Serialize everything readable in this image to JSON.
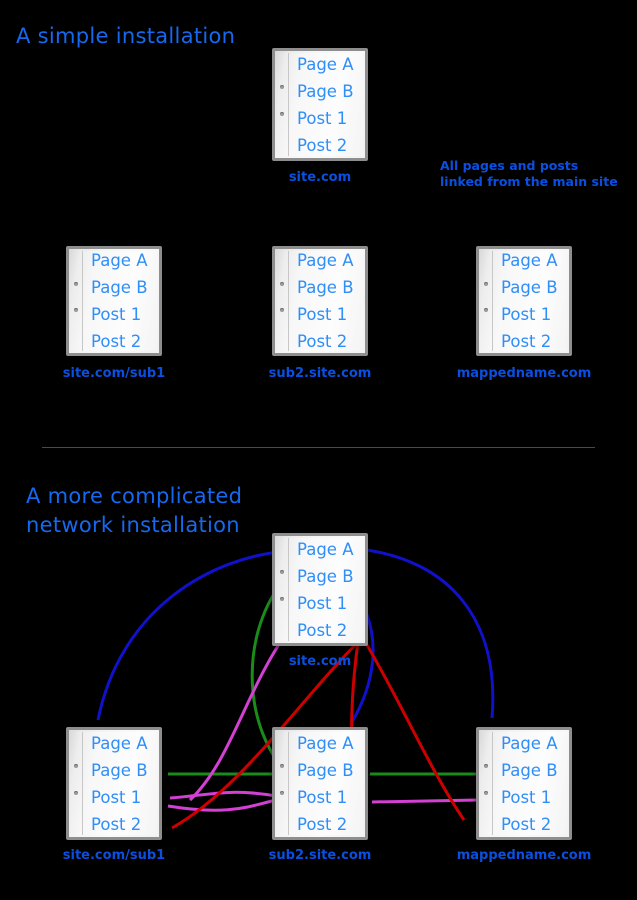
{
  "sections": {
    "simple": {
      "title": "A simple installation",
      "note": "All pages and posts\nlinked from the main site"
    },
    "network": {
      "title": "A more complicated\nnetwork installation"
    }
  },
  "page_items": [
    "Page A",
    "Page B",
    "Post 1",
    "Post 2"
  ],
  "cards": {
    "simple_main": {
      "caption": "site.com",
      "items": [
        "Page A",
        "Page B",
        "Post 1",
        "Post 2"
      ]
    },
    "simple_sub1": {
      "caption": "site.com/sub1",
      "items": [
        "Page A",
        "Page B",
        "Post 1",
        "Post 2"
      ]
    },
    "simple_sub2": {
      "caption": "sub2.site.com",
      "items": [
        "Page A",
        "Page B",
        "Post 1",
        "Post 2"
      ]
    },
    "simple_mapped": {
      "caption": "mappedname.com",
      "items": [
        "Page A",
        "Page B",
        "Post 1",
        "Post 2"
      ]
    },
    "net_main": {
      "caption": "site.com",
      "items": [
        "Page A",
        "Page B",
        "Post 1",
        "Post 2"
      ]
    },
    "net_sub1": {
      "caption": "site.com/sub1",
      "items": [
        "Page A",
        "Page B",
        "Post 1",
        "Post 2"
      ]
    },
    "net_sub2": {
      "caption": "sub2.site.com",
      "items": [
        "Page A",
        "Page B",
        "Post 1",
        "Post 2"
      ]
    },
    "net_mapped": {
      "caption": "mappedname.com",
      "items": [
        "Page A",
        "Page B",
        "Post 1",
        "Post 2"
      ]
    }
  },
  "colors": {
    "background": "#000000",
    "title_blue": "#1569f0",
    "caption_blue": "#0a4fe0",
    "item_blue": "#2f8ef7",
    "paper": "#f4f4f4",
    "paper_border": "#8e8e8e",
    "divider": "#4a4a4a",
    "arrow_blue": "#1111cc",
    "arrow_green": "#1a8c1a",
    "arrow_magenta": "#d43fd4",
    "arrow_red": "#cc0000"
  },
  "arrows": [
    {
      "name": "blue-main-to-sub1",
      "color": "#1111cc",
      "from": "net_main.Page A",
      "to": "net_sub1.top"
    },
    {
      "name": "blue-main-to-sub2",
      "color": "#1111cc",
      "from": "net_main.Page A",
      "to": "net_sub2.top"
    },
    {
      "name": "blue-main-to-mapped",
      "color": "#1111cc",
      "from": "net_main.Page A",
      "to": "net_mapped.top"
    },
    {
      "name": "green-sub2-to-main",
      "color": "#1a8c1a",
      "from": "net_sub2.Page B",
      "to": "net_main.Page B"
    },
    {
      "name": "green-sub2-to-sub1",
      "color": "#1a8c1a",
      "from": "net_sub2.Page B",
      "to": "net_sub1.Page B"
    },
    {
      "name": "green-sub2-to-mapped",
      "color": "#1a8c1a",
      "from": "net_sub2.Page B",
      "to": "net_mapped.Page B"
    },
    {
      "name": "magenta-sub1-to-main",
      "color": "#d43fd4",
      "from": "net_sub1.Post 1",
      "to": "net_main.Post 1"
    },
    {
      "name": "magenta-sub1-to-sub2",
      "color": "#d43fd4",
      "from": "net_sub1.Post 1",
      "to": "net_sub2.Post 1"
    },
    {
      "name": "magenta-sub2-to-sub1",
      "color": "#d43fd4",
      "from": "net_sub2.Post 1",
      "to": "net_sub1.Post 1"
    },
    {
      "name": "magenta-sub2-to-mapped",
      "color": "#d43fd4",
      "from": "net_sub2.Post 1",
      "to": "net_mapped.Post 1"
    },
    {
      "name": "red-main-to-sub1",
      "color": "#cc0000",
      "from": "net_main.Post 2",
      "to": "net_sub1.Post 2"
    },
    {
      "name": "red-main-to-sub2",
      "color": "#cc0000",
      "from": "net_main.Post 2",
      "to": "net_sub2.Post 2"
    },
    {
      "name": "red-main-to-mapped",
      "color": "#cc0000",
      "from": "net_main.Post 2",
      "to": "net_mapped.Post 2"
    }
  ]
}
